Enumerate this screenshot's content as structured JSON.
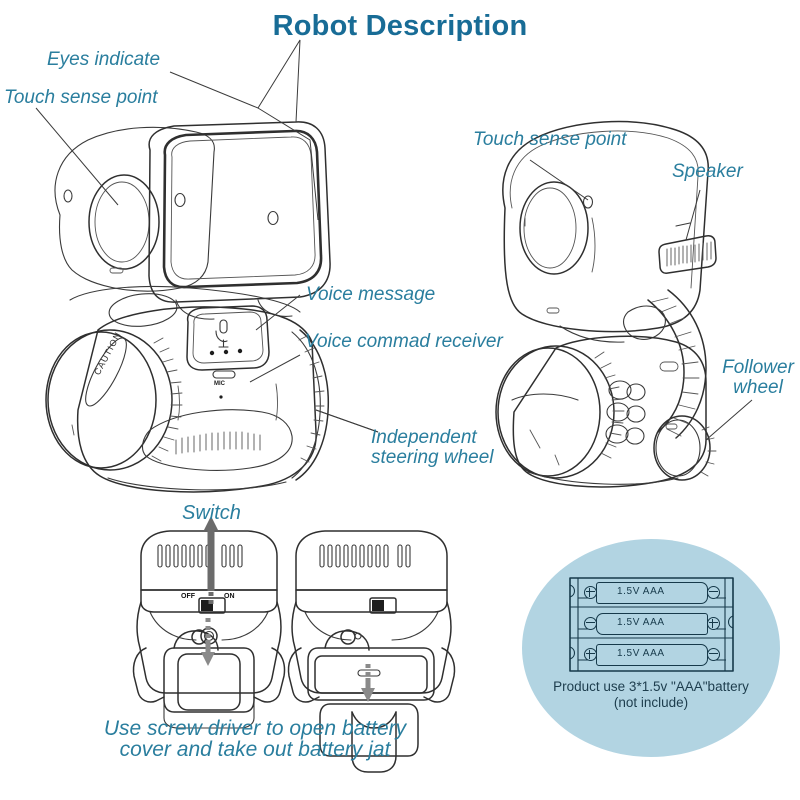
{
  "page": {
    "title": "Robot Description",
    "title_color": "#186c96",
    "label_color": "#2a7e9e",
    "line_color": "#2f2f2f",
    "battery_circle_color": "#b2d4e2",
    "background": "#ffffff"
  },
  "top_left_figure": {
    "labels": [
      {
        "id": "eyes-indicate",
        "text": "Eyes indicate"
      },
      {
        "id": "touch-sense-point",
        "text": "Touch sense point"
      },
      {
        "id": "voice-message",
        "text": "Voice message"
      },
      {
        "id": "voice-commad-receiver",
        "text": "Voice commad receiver"
      }
    ],
    "device_text": {
      "mic_label": "MIC",
      "brand": "CAUTION"
    }
  },
  "top_right_figure": {
    "labels": [
      {
        "id": "touch-sense-point-right",
        "text": "Touch sense point"
      },
      {
        "id": "speaker",
        "text": "Speaker"
      },
      {
        "id": "follower-wheel",
        "line1": "Follower",
        "line2": "wheel"
      },
      {
        "id": "independent-steering-wheel",
        "line1": "Independent",
        "line2": "steering wheel"
      }
    ]
  },
  "bottom_section": {
    "switch_label": "Switch",
    "switch_off": "OFF",
    "switch_on": "ON",
    "caption_line1": "Use screw driver to open battery",
    "caption_line2": "cover and take out battery jat"
  },
  "battery_panel": {
    "batteries": [
      {
        "label": "1.5V  AAA",
        "left_terminal": "+",
        "right_terminal": "-"
      },
      {
        "label": "1.5V  AAA",
        "left_terminal": "-",
        "right_terminal": "+"
      },
      {
        "label": "1.5V  AAA",
        "left_terminal": "+",
        "right_terminal": "-"
      }
    ],
    "caption_line1": "Product use 3*1.5v \"AAA\"battery",
    "caption_line2": "(not include)"
  }
}
